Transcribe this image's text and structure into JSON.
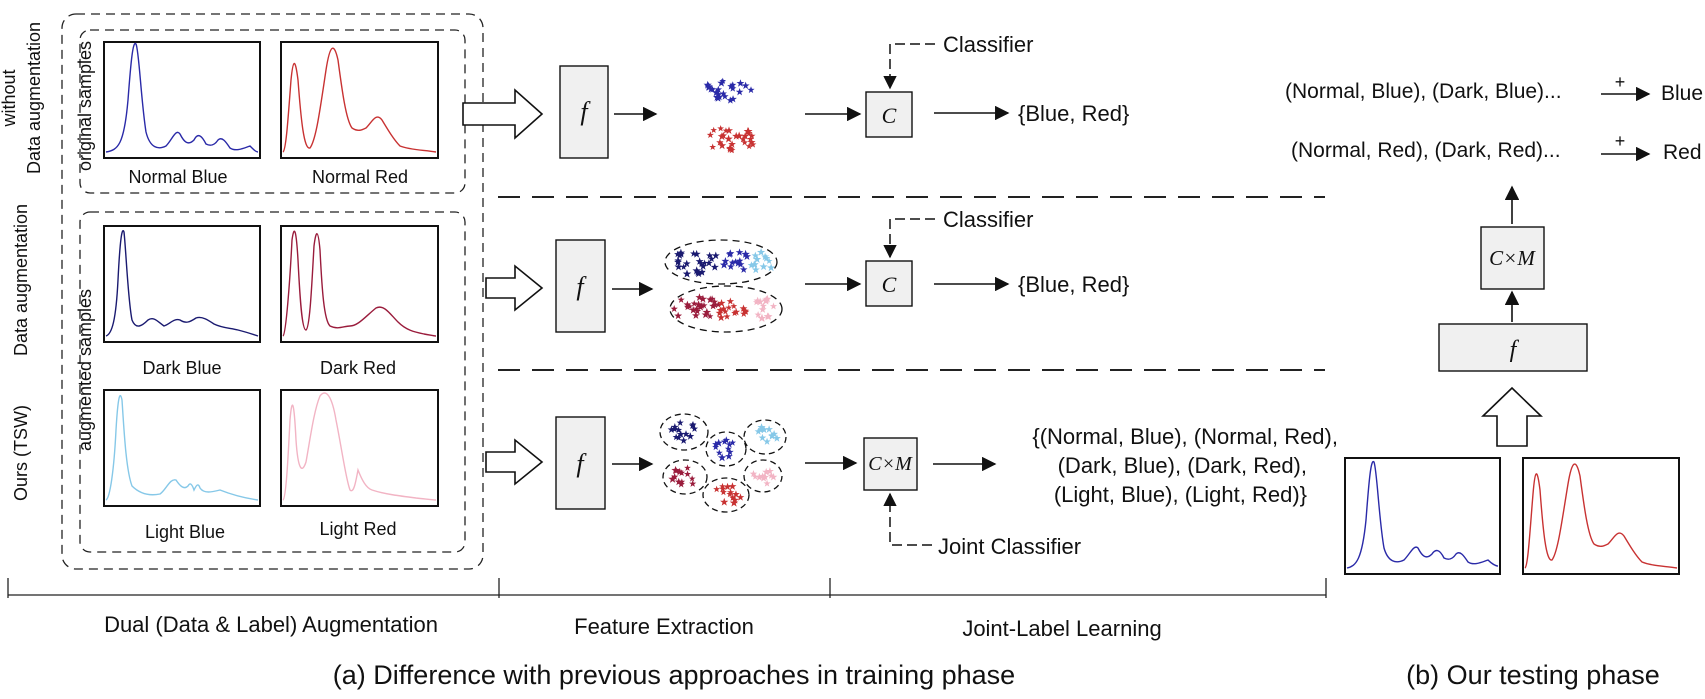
{
  "rows": {
    "without": {
      "line1": "without",
      "line2": "Data augmentation"
    },
    "dataaug": {
      "label": "Data augmentation"
    },
    "ours": {
      "label": "Ours (TSW)"
    }
  },
  "groups": {
    "original": "original samples",
    "augmented": "augmented samples"
  },
  "spectra": {
    "normal_blue": "Normal Blue",
    "normal_red": "Normal Red",
    "dark_blue": "Dark Blue",
    "dark_red": "Dark Red",
    "light_blue": "Light Blue",
    "light_red": "Light Red"
  },
  "blocks": {
    "f": "f",
    "c": "C",
    "cxm": "C×M"
  },
  "classifier": {
    "label": "Classifier",
    "joint": "Joint Classifier"
  },
  "outputs": {
    "binary": "{Blue, Red}",
    "joint": [
      "{(Normal, Blue), (Normal, Red),",
      "(Dark, Blue), (Dark, Red),",
      "(Light, Blue), (Light, Red)}"
    ]
  },
  "testing": {
    "blue_line": "(Normal, Blue), (Dark, Blue)...",
    "red_line": "(Normal, Red), (Dark, Red)...",
    "plus": "+",
    "blue": "Blue",
    "red": "Red"
  },
  "stages": {
    "dual": "Dual (Data & Label) Augmentation",
    "feature": "Feature Extraction",
    "joint": "Joint-Label Learning"
  },
  "captions": {
    "a": "(a) Difference with previous approaches in training phase",
    "b": "(b) Our testing phase"
  },
  "colors": {
    "blue": "#2a2aa8",
    "red": "#c83232",
    "dark_blue": "#1a1a70",
    "dark_red": "#9a1c3c",
    "light_blue": "#86c8e8",
    "light_red": "#f2b4c4",
    "box_fill": "#f0f0f0"
  }
}
